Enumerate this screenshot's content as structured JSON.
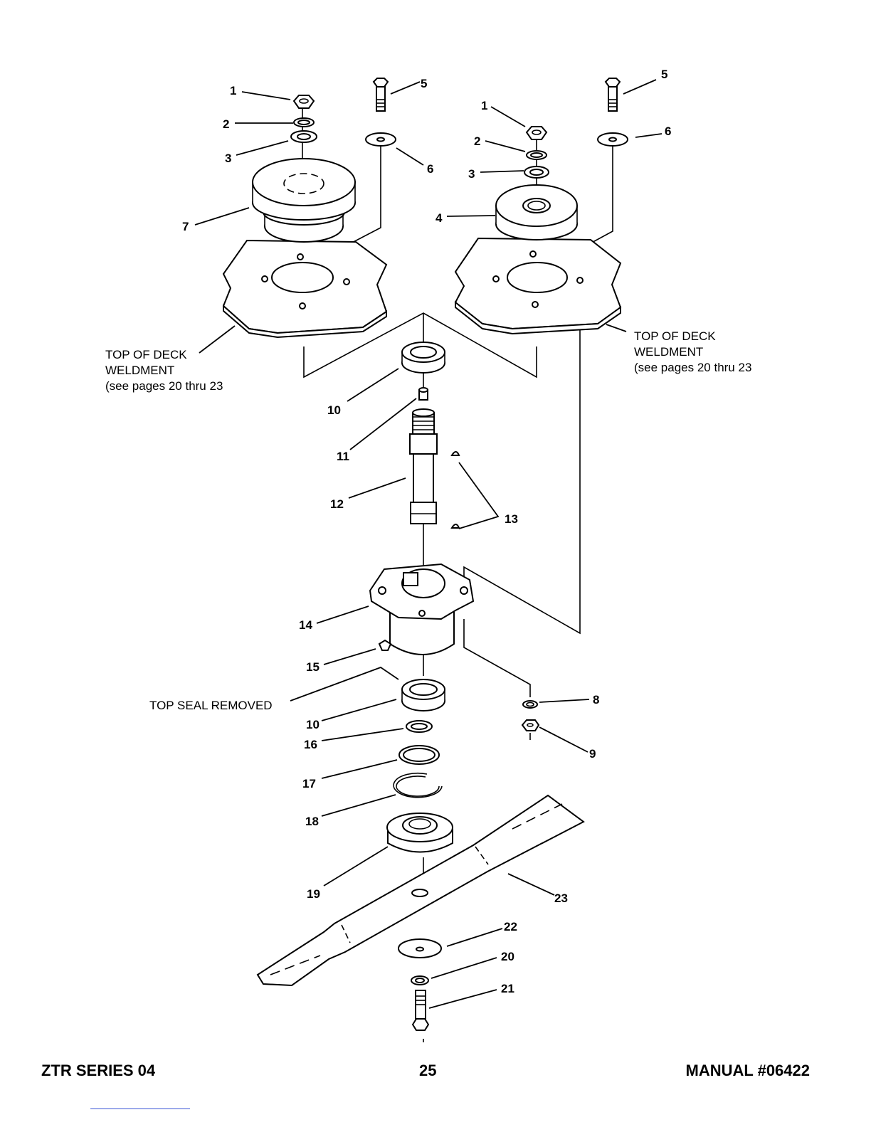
{
  "diagram": {
    "callouts": {
      "c1a": "1",
      "c2a": "2",
      "c3a": "3",
      "c5a": "5",
      "c6a": "6",
      "c7": "7",
      "c1b": "1",
      "c2b": "2",
      "c3b": "3",
      "c4": "4",
      "c5b": "5",
      "c6b": "6",
      "c10a": "10",
      "c11": "11",
      "c12": "12",
      "c13": "13",
      "c14": "14",
      "c15": "15",
      "c10b": "10",
      "c16": "16",
      "c17": "17",
      "c18": "18",
      "c19": "19",
      "c8": "8",
      "c9": "9",
      "c20": "20",
      "c21": "21",
      "c22": "22",
      "c23": "23"
    },
    "notes": {
      "left_deck": [
        "TOP OF DECK",
        "WELDMENT",
        "(see pages 20 thru 23"
      ],
      "right_deck": [
        "TOP OF DECK",
        "WELDMENT",
        "(see pages 20 thru 23"
      ],
      "top_seal": "TOP SEAL REMOVED"
    }
  },
  "footer": {
    "left": "ZTR SERIES 04",
    "page_number": "25",
    "right": "MANUAL #06422"
  }
}
